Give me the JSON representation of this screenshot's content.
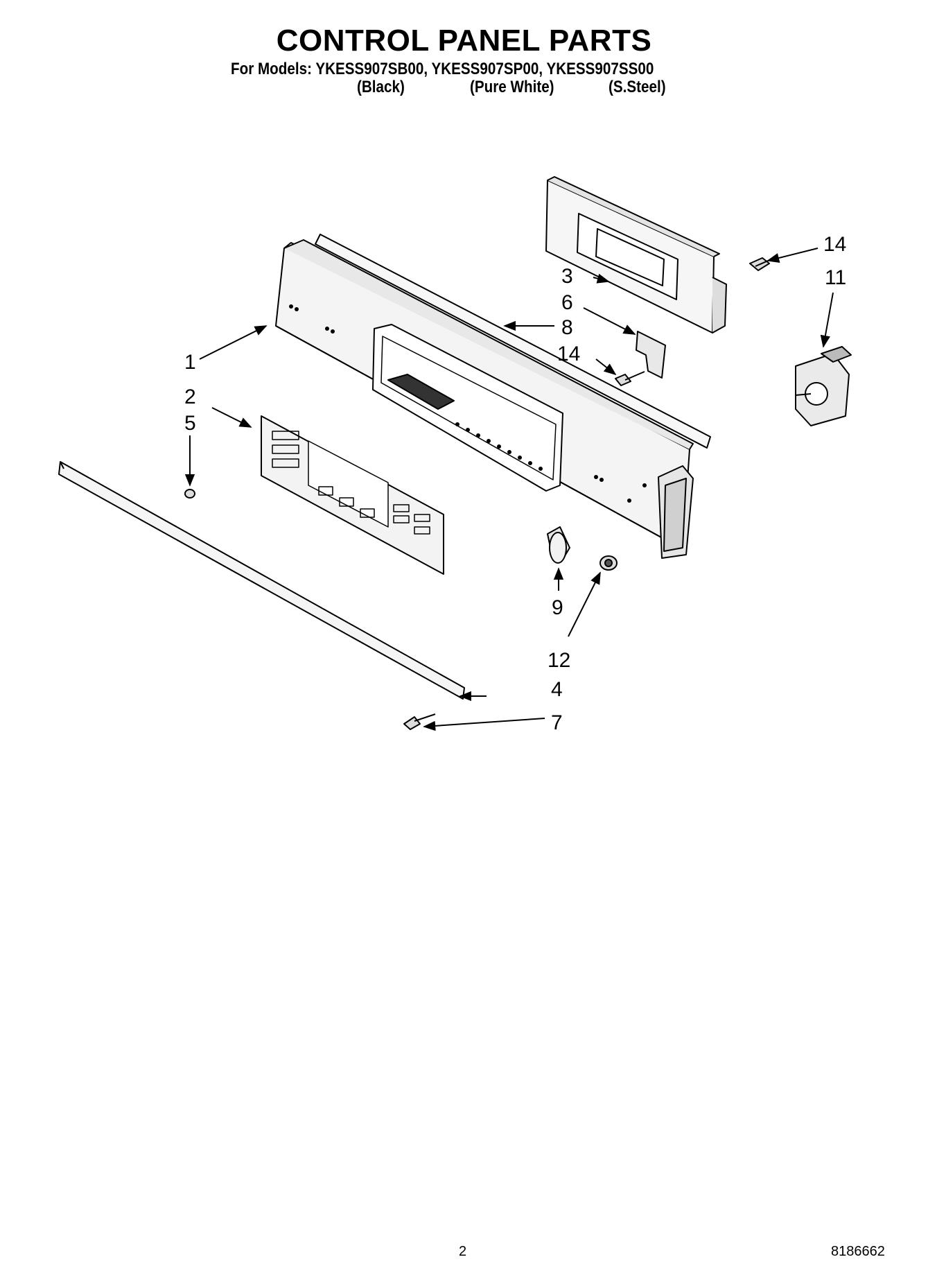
{
  "header": {
    "title": "CONTROL PANEL PARTS",
    "models_line": "For Models: YKESS907SB00, YKESS907SP00, YKESS907SS00",
    "variants": [
      "(Black)",
      "(Pure White)",
      "(S.Steel)"
    ]
  },
  "callouts": {
    "c1": "1",
    "c2": "2",
    "c3": "3",
    "c4": "4",
    "c5": "5",
    "c6": "6",
    "c7": "7",
    "c8": "8",
    "c9": "9",
    "c11": "11",
    "c12": "12",
    "c14a": "14",
    "c14b": "14"
  },
  "footer": {
    "page_number": "2",
    "doc_number": "8186662"
  },
  "colors": {
    "line": "#000000",
    "panel_fill": "#f2f2f2",
    "shade": "#d9d9d9"
  }
}
